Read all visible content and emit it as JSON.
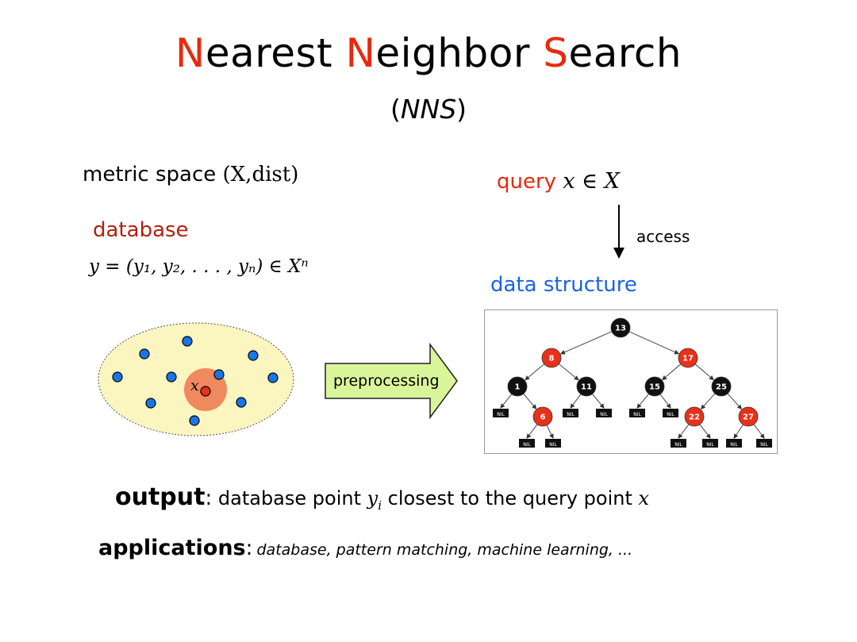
{
  "title": {
    "w1_initial": "N",
    "w1_rest": "earest ",
    "w2_initial": "N",
    "w2_rest": "eighbor ",
    "w3_initial": "S",
    "w3_rest": "earch"
  },
  "subtitle": {
    "open": "(",
    "abbr": "NNS",
    "close": ")"
  },
  "metric_space": {
    "label": "metric space",
    "formula": "(X,dist)"
  },
  "query": {
    "label": "query",
    "formula": "x ∈ X"
  },
  "access_label": "access",
  "database": {
    "label": "database",
    "formula": "y = (y₁, y₂, . . . , yₙ) ∈ Xⁿ"
  },
  "data_structure_label": "data structure",
  "preprocessing_label": "preprocessing",
  "point_set": {
    "query_label": "x"
  },
  "tree_nodes": [
    {
      "label": "13",
      "color": "black"
    },
    {
      "label": "8",
      "color": "red"
    },
    {
      "label": "17",
      "color": "red"
    },
    {
      "label": "1",
      "color": "black"
    },
    {
      "label": "11",
      "color": "black"
    },
    {
      "label": "15",
      "color": "black"
    },
    {
      "label": "25",
      "color": "black"
    },
    {
      "label": "6",
      "color": "red"
    },
    {
      "label": "22",
      "color": "red"
    },
    {
      "label": "27",
      "color": "red"
    }
  ],
  "nil_label": "NIL",
  "output": {
    "bold": "output",
    "colon": ":",
    "t1": "database point",
    "var_y": "y",
    "sub_i": "i",
    "t2": "closest to the query point",
    "var_x": "x"
  },
  "applications": {
    "bold": "applications",
    "colon": ":",
    "list": "database, pattern matching, machine learning, ..."
  },
  "colors": {
    "accent_red": "#e8290e",
    "database_red": "#b3200c",
    "data_structure_blue": "#1a63e6",
    "ellipse_fill": "#fbf5c0",
    "point_blue": "#1976e8",
    "arrow_green": "#d9f59a",
    "node_red": "#e8301a",
    "node_black": "#111111"
  }
}
